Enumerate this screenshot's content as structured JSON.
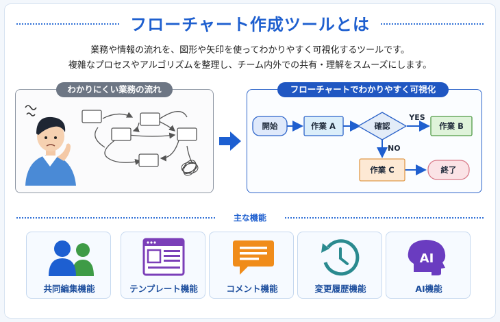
{
  "title": "フローチャート作成ツールとは",
  "description": [
    "業務や情報の流れを、図形や矢印を使ってわかりやすく可視化するツールです。",
    "複雑なプロセスやアルゴリズムを整理し、チーム内外での共有・理解をスムーズにします。"
  ],
  "left_panel": {
    "label": "わかりにくい業務の流れ"
  },
  "right_panel": {
    "label": "フローチャートでわかりやすく可視化",
    "nodes": {
      "start": "開始",
      "task_a": "作業 A",
      "check": "確認",
      "task_b": "作業 B",
      "task_c": "作業 C",
      "end": "終了"
    },
    "edges": {
      "yes": "YES",
      "no": "NO"
    }
  },
  "features_heading": "主な機能",
  "features": [
    {
      "label": "共同編集機能",
      "icon": "people-icon"
    },
    {
      "label": "テンプレート機能",
      "icon": "template-icon"
    },
    {
      "label": "コメント機能",
      "icon": "comment-icon"
    },
    {
      "label": "変更履歴機能",
      "icon": "history-icon"
    },
    {
      "label": "AI機能",
      "icon": "ai-icon",
      "icon_text": "AI"
    }
  ],
  "colors": {
    "accent": "#1e5fcf",
    "start_end": "#dfe9fb",
    "task_a": "#dbeefa",
    "check": "#e3ecf8",
    "task_b": "#dff3da",
    "task_c": "#fde9d4",
    "end": "#fbe3e6"
  }
}
